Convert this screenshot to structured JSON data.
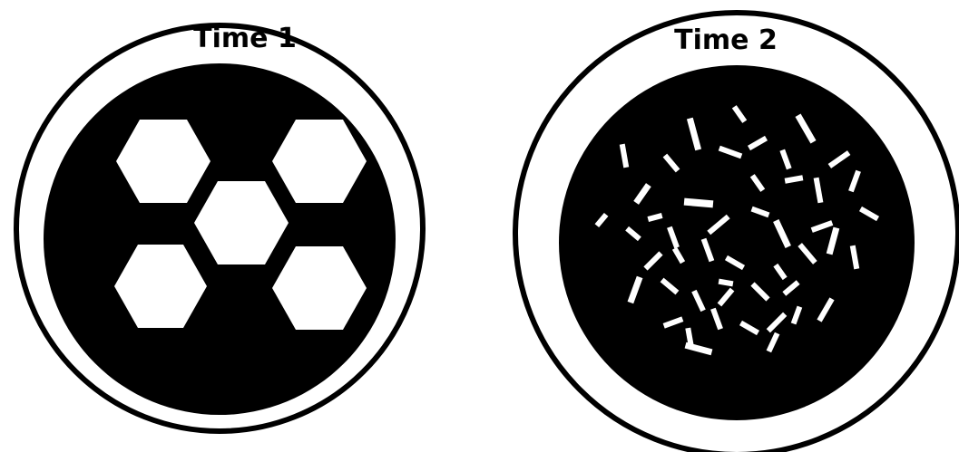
{
  "panels": [
    {
      "label": "Time 1",
      "content": "five-hexagons",
      "hexagon_count": 5
    },
    {
      "label": "Time 2",
      "content": "scattered-fragments"
    }
  ],
  "colors": {
    "background": "#ffffff",
    "outline": "#000000",
    "fill": "#000000",
    "shapes": "#ffffff"
  }
}
